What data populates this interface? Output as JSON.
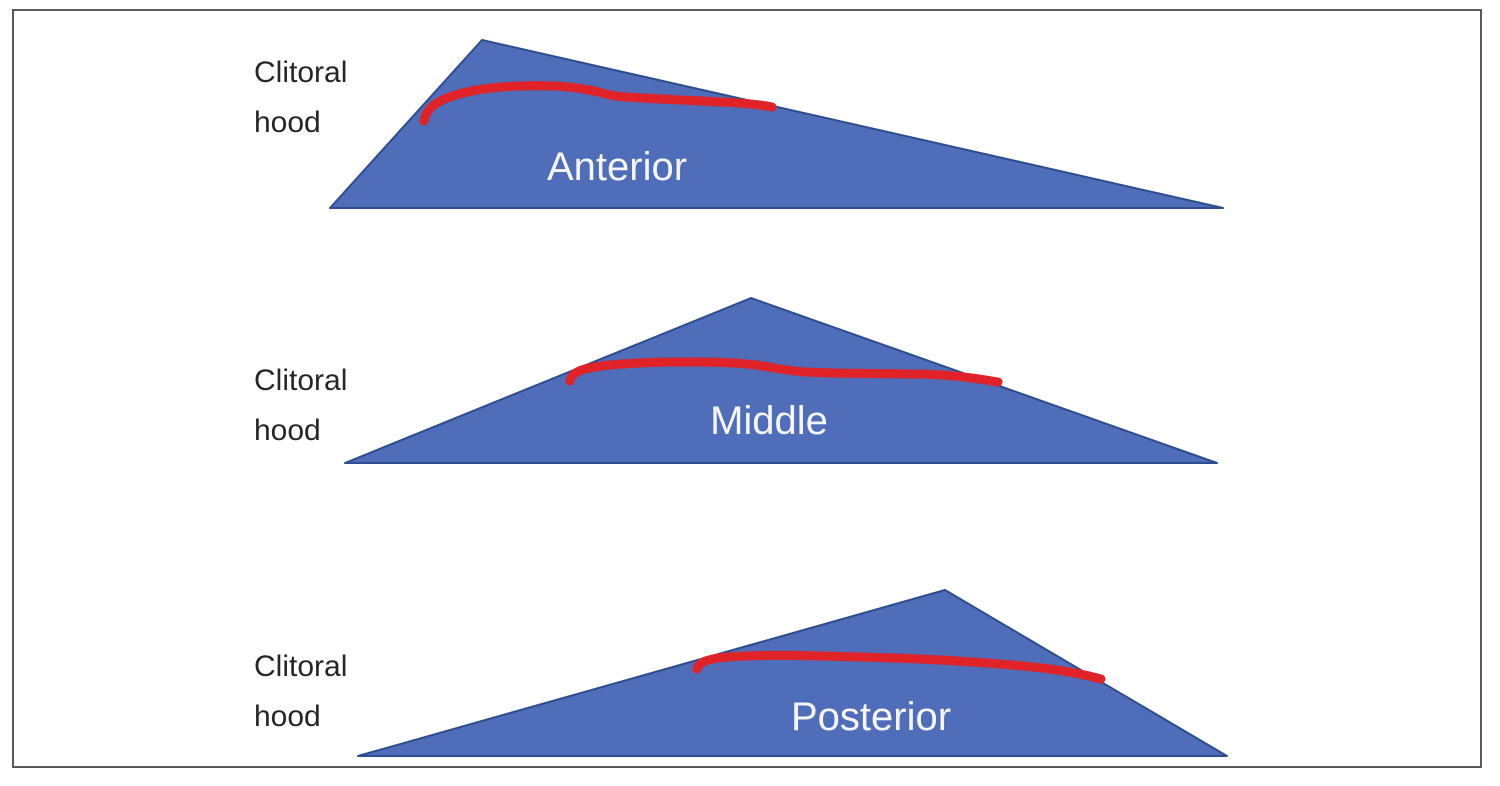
{
  "figure": {
    "type": "anatomical-diagram",
    "description_visible_text_only": true
  },
  "colors": {
    "triangle_fill": "#4f6db8",
    "triangle_border": "#2e4d8f",
    "incision_line": "#df2328",
    "region_label_text": "#f5f5f7",
    "side_label_text": "#262626",
    "frame_border": "#58595b",
    "background": "#ffffff"
  },
  "sections": [
    {
      "id": "anterior",
      "region_label": "Anterior",
      "side_label": "Clitoral hood"
    },
    {
      "id": "middle",
      "region_label": "Middle",
      "side_label": "Clitoral hood"
    },
    {
      "id": "posterior",
      "region_label": "Posterior",
      "side_label": "Clitoral hood"
    }
  ]
}
